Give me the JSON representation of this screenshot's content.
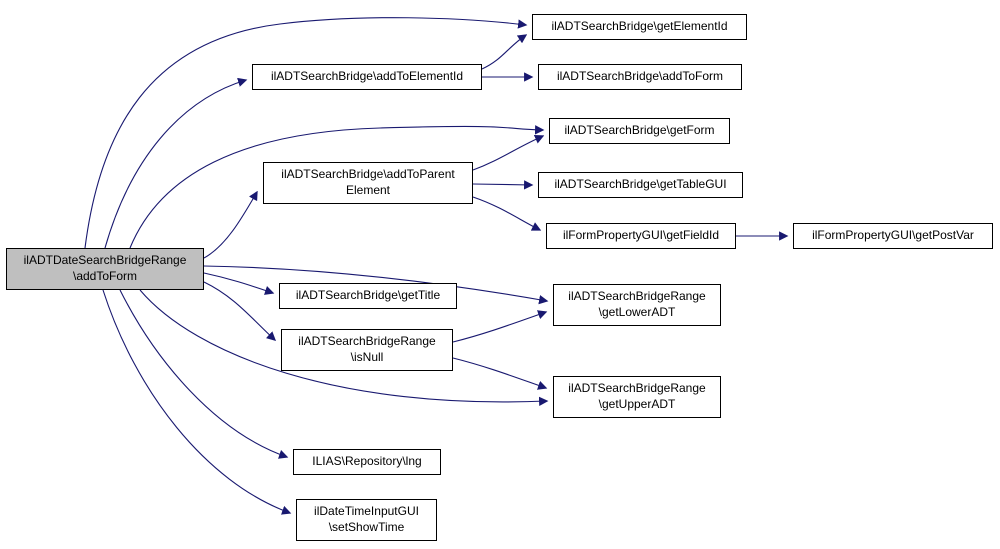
{
  "diagram": {
    "type": "call-graph",
    "edge_color": "#191970",
    "node_fill": "#ffffff",
    "node_border": "#000000",
    "highlight_fill": "#bfbfbf",
    "nodes": {
      "main": {
        "label": "ilADTDateSearchBridgeRange\n\\addToForm"
      },
      "getElementId": {
        "label": "ilADTSearchBridge\\getElementId"
      },
      "addToElementId": {
        "label": "ilADTSearchBridge\\addToElementId"
      },
      "addToForm": {
        "label": "ilADTSearchBridge\\addToForm"
      },
      "getForm": {
        "label": "ilADTSearchBridge\\getForm"
      },
      "addToParentElement": {
        "label": "ilADTSearchBridge\\addToParent\nElement"
      },
      "getTableGUI": {
        "label": "ilADTSearchBridge\\getTableGUI"
      },
      "getFieldId": {
        "label": "ilFormPropertyGUI\\getFieldId"
      },
      "getPostVar": {
        "label": "ilFormPropertyGUI\\getPostVar"
      },
      "getTitle": {
        "label": "ilADTSearchBridge\\getTitle"
      },
      "getLowerADT": {
        "label": "ilADTSearchBridgeRange\n\\getLowerADT"
      },
      "isNull": {
        "label": "ilADTSearchBridgeRange\n\\isNull"
      },
      "getUpperADT": {
        "label": "ilADTSearchBridgeRange\n\\getUpperADT"
      },
      "lng": {
        "label": "ILIAS\\Repository\\lng"
      },
      "setShowTime": {
        "label": "ilDateTimeInputGUI\n\\setShowTime"
      }
    },
    "edges": [
      {
        "from": "main",
        "to": "getElementId"
      },
      {
        "from": "main",
        "to": "addToElementId"
      },
      {
        "from": "main",
        "to": "getForm"
      },
      {
        "from": "main",
        "to": "addToParentElement"
      },
      {
        "from": "main",
        "to": "getTitle"
      },
      {
        "from": "main",
        "to": "getLowerADT"
      },
      {
        "from": "main",
        "to": "isNull"
      },
      {
        "from": "main",
        "to": "getUpperADT"
      },
      {
        "from": "main",
        "to": "lng"
      },
      {
        "from": "main",
        "to": "setShowTime"
      },
      {
        "from": "addToElementId",
        "to": "getElementId"
      },
      {
        "from": "addToElementId",
        "to": "addToForm"
      },
      {
        "from": "addToParentElement",
        "to": "getForm"
      },
      {
        "from": "addToParentElement",
        "to": "getTableGUI"
      },
      {
        "from": "addToParentElement",
        "to": "getFieldId"
      },
      {
        "from": "getFieldId",
        "to": "getPostVar"
      },
      {
        "from": "isNull",
        "to": "getLowerADT"
      },
      {
        "from": "isNull",
        "to": "getUpperADT"
      }
    ]
  }
}
